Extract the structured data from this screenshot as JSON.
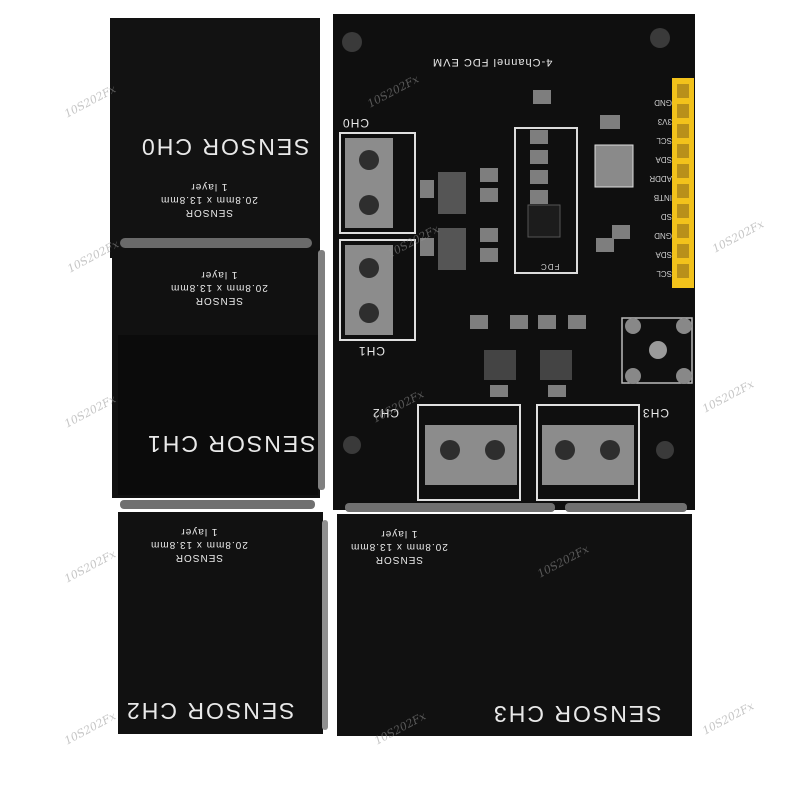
{
  "board": {
    "title": "4-Channel FDC EVM",
    "chip_label": "FDC",
    "pin_labels": [
      "GND",
      "3V3",
      "SCL",
      "SDA",
      "ADDR",
      "INTB",
      "SD",
      "GND",
      "SDA",
      "SCL"
    ]
  },
  "sensors": [
    {
      "title": "SENSOR CH0",
      "spec_name": "SENSOR",
      "spec_size": "20.8mm x 13.8mm",
      "spec_layers": "1 layer"
    },
    {
      "title": "SENSOR CH1",
      "spec_name": "SENSOR",
      "spec_size": "20.8mm x 13.8mm",
      "spec_layers": "1 layer"
    },
    {
      "title": "SENSOR CH2",
      "spec_name": "SENSOR",
      "spec_size": "20.8mm x 13.8mm",
      "spec_layers": "1 layer"
    },
    {
      "title": "SENSOR CH3",
      "spec_name": "SENSOR",
      "spec_size": "20.8mm x 13.8mm",
      "spec_layers": "1 layer"
    }
  ],
  "connectors": [
    "CH0",
    "CH1",
    "CH2",
    "CH3"
  ],
  "watermark": "10S202Fx",
  "colors": {
    "pcb": "#101010",
    "silkscreen": "#e9e9e9",
    "header": "#f2c21b",
    "background": "#ffffff"
  }
}
